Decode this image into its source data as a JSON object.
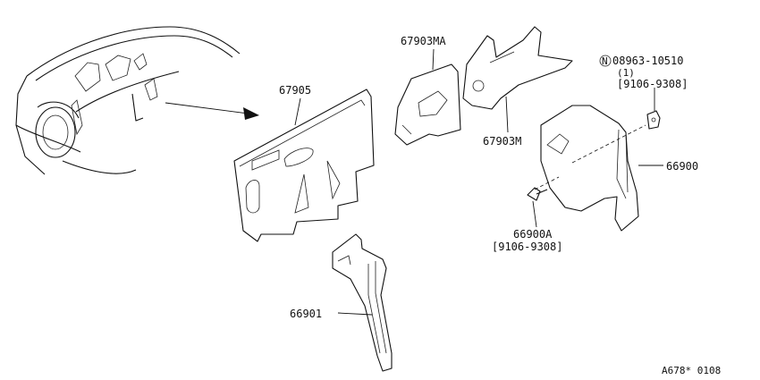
{
  "parts": {
    "p67905": "67905",
    "p67903MA": "67903MA",
    "p67903M": "67903M",
    "p66900": "66900",
    "p66901": "66901",
    "p66900A": "66900A",
    "p66900A_date": "[9106-9308]",
    "p08963_symbol": "N",
    "p08963": "08963-10510",
    "p08963_qty": "(1)",
    "p08963_date": "[9106-9308]"
  },
  "drawing_code": "A678* 0108"
}
